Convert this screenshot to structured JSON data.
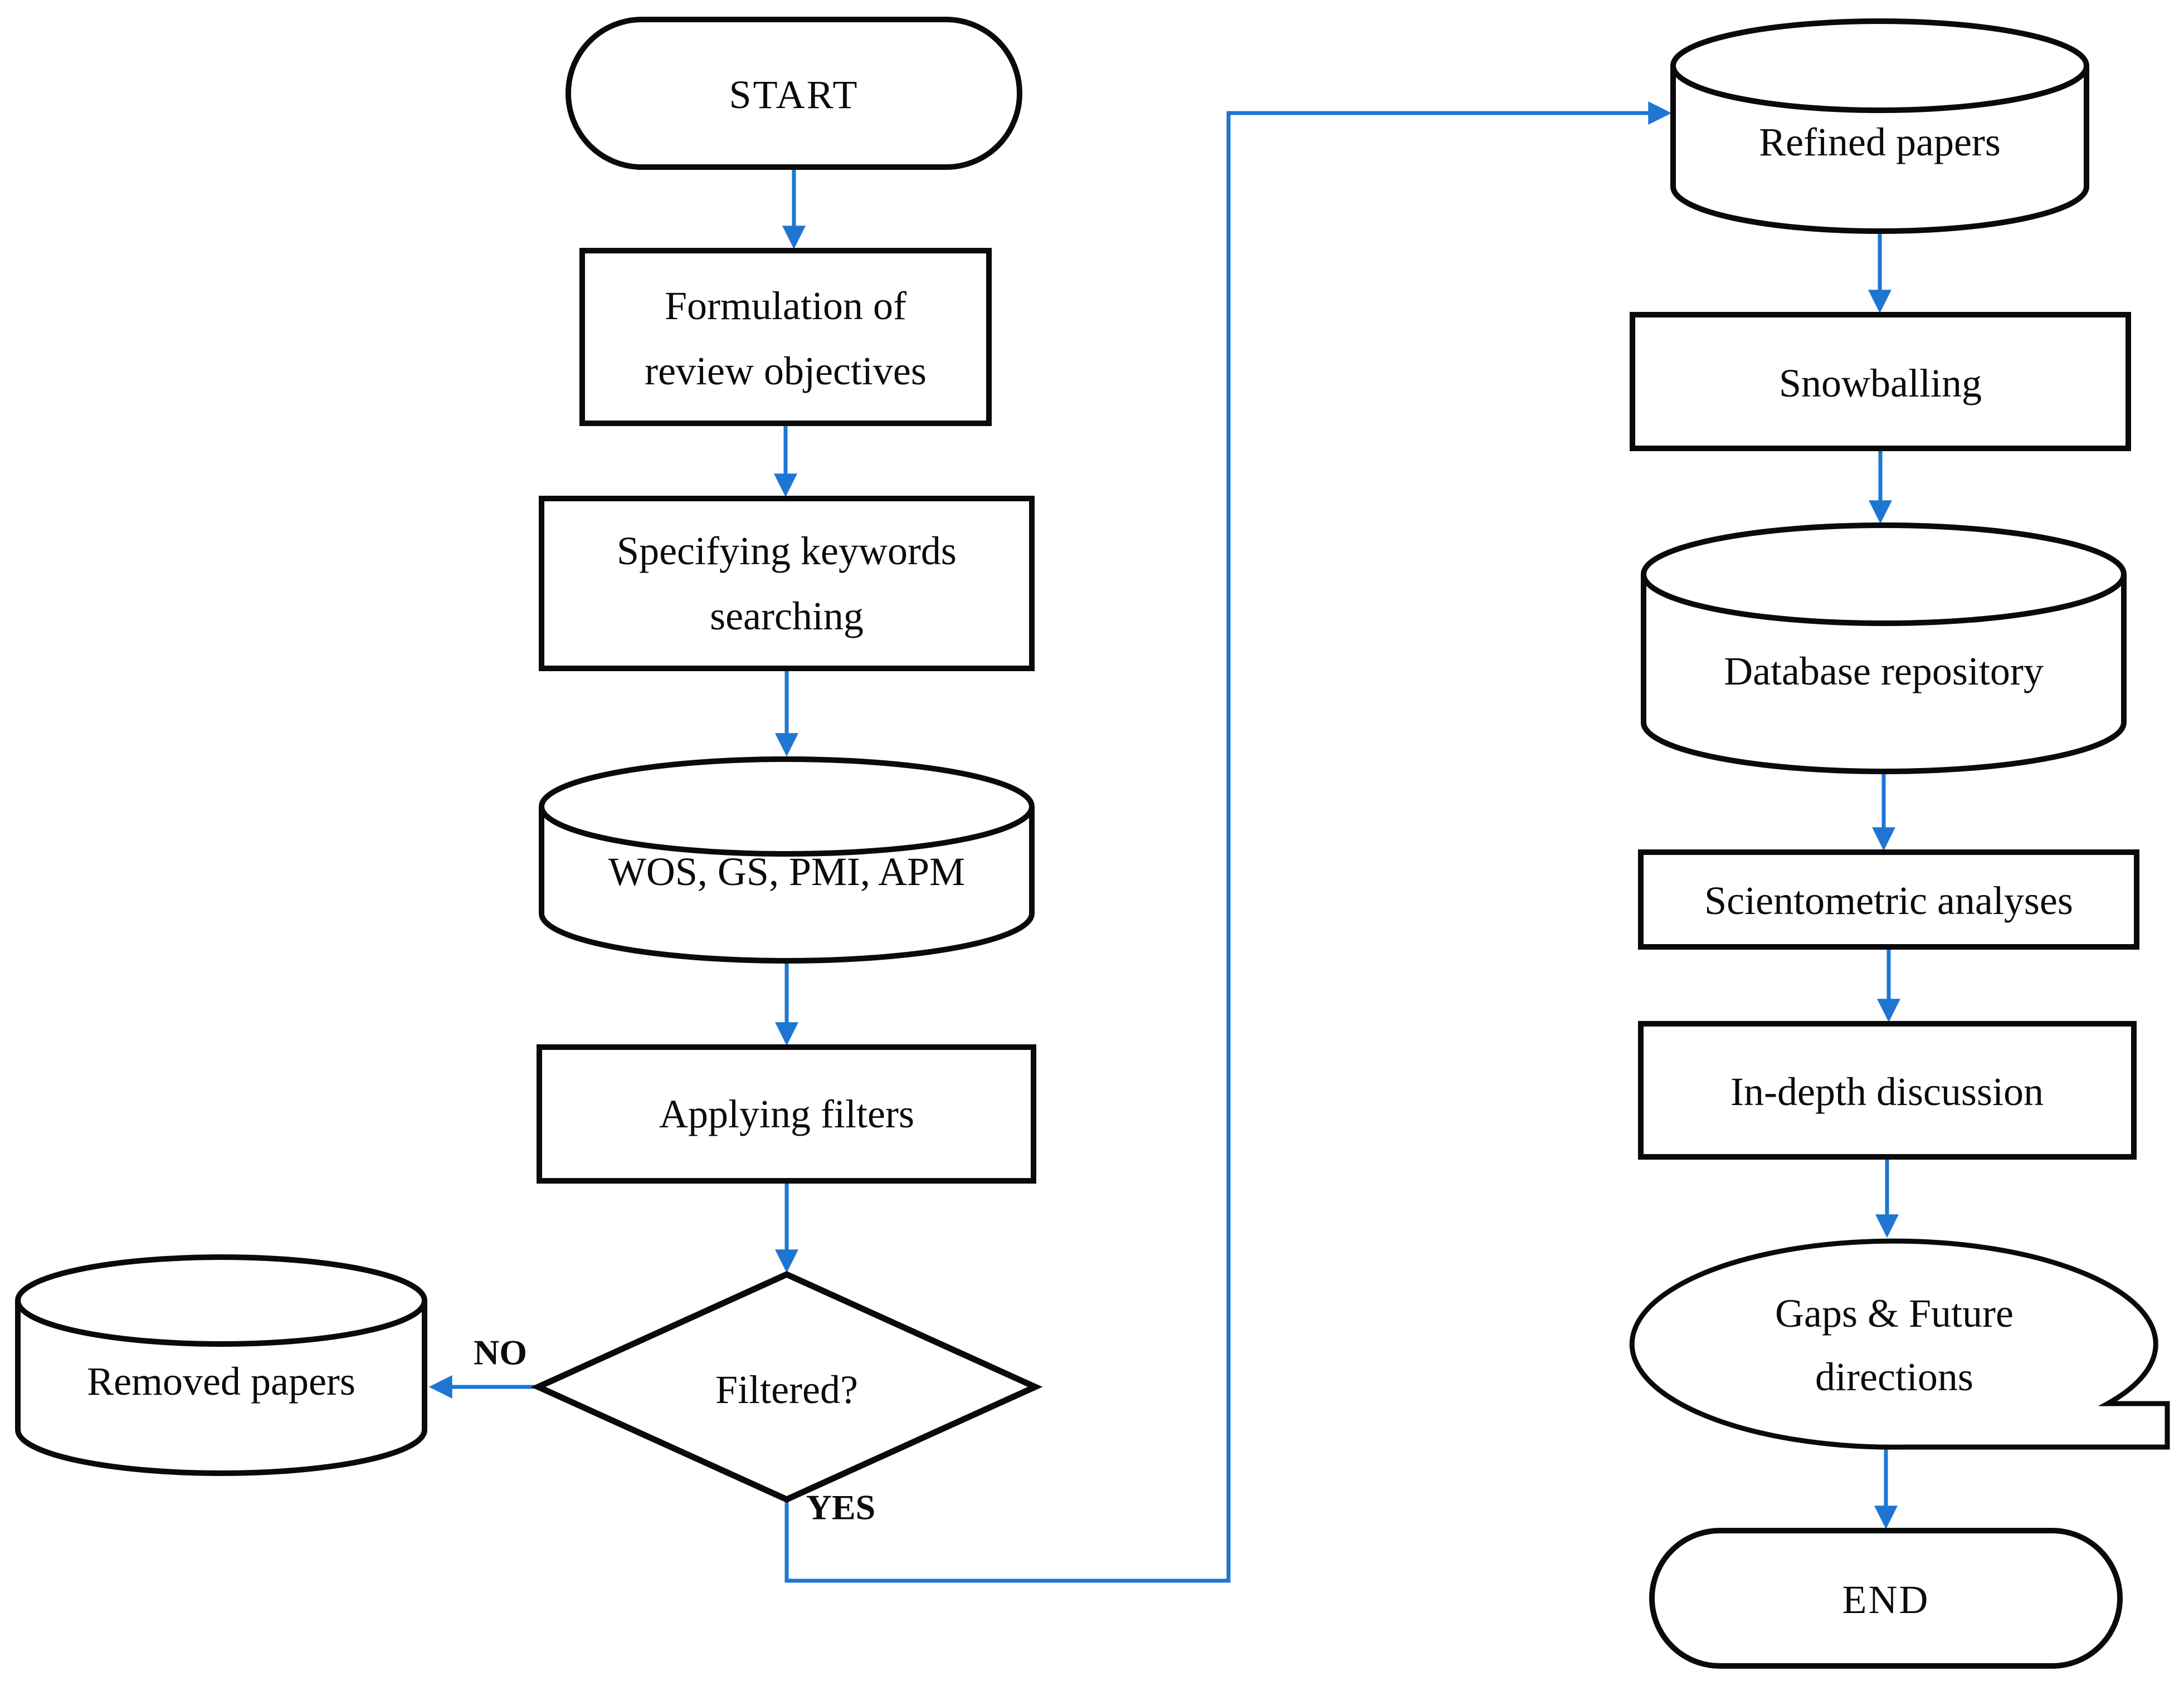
{
  "colors": {
    "arrow_blue": "#1e76d2",
    "shape_outline": "#0a0a0a",
    "text": "#0b0b0d",
    "background": "#ffffff"
  },
  "nodes": {
    "start": {
      "label": "START"
    },
    "formulation": {
      "line1": "Formulation of",
      "line2": "review objectives"
    },
    "keywords": {
      "line1": "Specifying keywords",
      "line2": "searching"
    },
    "databases": {
      "label": "WOS, GS, PMI, APM"
    },
    "filters": {
      "label": "Applying filters"
    },
    "decision": {
      "label": "Filtered?"
    },
    "removed": {
      "label": "Removed papers"
    },
    "refined": {
      "label": "Refined papers"
    },
    "snowballing": {
      "label": "Snowballing"
    },
    "repository": {
      "label": "Database repository"
    },
    "scientometric": {
      "label": "Scientometric analyses"
    },
    "indepth": {
      "label": "In-depth discussion"
    },
    "gaps": {
      "line1": "Gaps & Future",
      "line2": "directions"
    },
    "end": {
      "label": "END"
    }
  },
  "edge_labels": {
    "no": "NO",
    "yes": "YES"
  }
}
